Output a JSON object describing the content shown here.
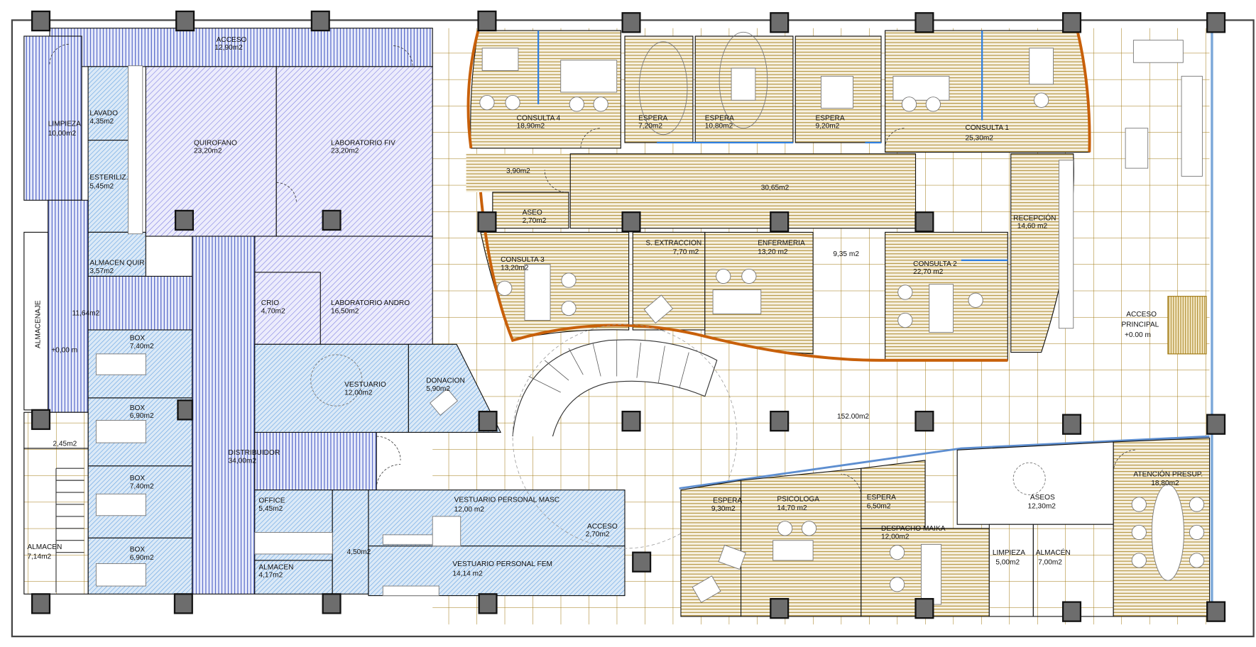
{
  "colors": {
    "wood_line": "#a07810",
    "facade": "#c8600a",
    "blue_stripe": "#3a4fc0",
    "blue_hatch": "#5d9ee0",
    "purple_hatch": "#7b7be0",
    "glass": "#2f7fe0"
  },
  "rooms": {
    "acceso": {
      "name": "ACCESO",
      "area": "12,90m2"
    },
    "limpieza": {
      "name": "LIMPIEZA",
      "area": "10,00m2"
    },
    "lavado": {
      "name": "LAVADO",
      "area": "4,35m2"
    },
    "esteriliz": {
      "name": "ESTERILIZ.",
      "area": "5,45m2"
    },
    "almacen_quir": {
      "name": "ALMACEN QUIR",
      "area": "3,57m2"
    },
    "quirofano": {
      "name": "QUIROFANO",
      "area": "23,20m2"
    },
    "lab_fiv": {
      "name": "LABORATORIO FIV",
      "area": "23,20m2"
    },
    "almacenaje": {
      "name": "ALMACENAJE",
      "level": "+0,00 m"
    },
    "pasillo_almacenaje": {
      "area": "11,64m2"
    },
    "crio": {
      "name": "CRIO",
      "area": "4,70m2"
    },
    "lab_andro": {
      "name": "LABORATORIO ANDRO",
      "area": "16,50m2"
    },
    "box1": {
      "name": "BOX",
      "area": "7,40m2"
    },
    "box2": {
      "name": "BOX",
      "area": "6,90m2"
    },
    "box3": {
      "name": "BOX",
      "area": "7,40m2"
    },
    "box4": {
      "name": "BOX",
      "area": "6,90m2"
    },
    "distribuidor": {
      "name": "DISTRIBUIDOR",
      "area": "34,00m2"
    },
    "vestuario": {
      "name": "VESTUARIO",
      "area": "12,00m2"
    },
    "donacion": {
      "name": "DONACION",
      "area": "5,90m2"
    },
    "escalera": {
      "area": "2,45m2"
    },
    "almacen_esc": {
      "name": "ALMACEN",
      "area": "7,14m2"
    },
    "office": {
      "name": "OFFICE",
      "area": "5,45m2"
    },
    "almacen_office": {
      "name": "ALMACEN",
      "area": "4,17m2"
    },
    "paso": {
      "area": "4,50m2"
    },
    "vest_masc": {
      "name": "VESTUARIO PERSONAL MASC",
      "area": "12,00 m2"
    },
    "vest_fem": {
      "name": "VESTUARIO PERSONAL FEM",
      "area": "14,14 m2"
    },
    "acceso2": {
      "name": "ACCESO",
      "area": "2,70m2"
    },
    "consulta4": {
      "name": "CONSULTA 4",
      "area": "18,90m2"
    },
    "espera1": {
      "name": "ESPERA",
      "area": "7,20m2"
    },
    "espera2": {
      "name": "ESPERA",
      "area": "10,80m2"
    },
    "espera3": {
      "name": "ESPERA",
      "area": "9,20m2"
    },
    "consulta1": {
      "name": "CONSULTA 1",
      "area": "25,30m2"
    },
    "pasillo1": {
      "area": "3,90m2"
    },
    "pasillo2": {
      "area": "30,65m2"
    },
    "aseo": {
      "name": "ASEO",
      "area": "2,70m2"
    },
    "consulta3": {
      "name": "CONSULTA 3",
      "area": "13,20m2"
    },
    "extraccion": {
      "name": "S. EXTRACCION",
      "area": "7,70 m2"
    },
    "enfermeria": {
      "name": "ENFERMERIA",
      "area": "13,20 m2"
    },
    "pasillo3": {
      "area": "9,35 m2"
    },
    "consulta2": {
      "name": "CONSULTA 2",
      "area": "22,70 m2"
    },
    "recepcion": {
      "name": "RECEPCIÓN",
      "area": "14,60 m2"
    },
    "acceso_principal": {
      "name1": "ACCESO",
      "name2": "PRINCIPAL",
      "level": "+0.00 m"
    },
    "hall": {
      "area": "152.00m2"
    },
    "espera4": {
      "name": "ESPERA",
      "area": "9,30m2"
    },
    "psicologa": {
      "name": "PSICOLOGA",
      "area": "14,70 m2"
    },
    "espera5": {
      "name": "ESPERA",
      "area": "6,50m2"
    },
    "despacho": {
      "name": "DESPACHO MAIKA",
      "area": "12,00m2"
    },
    "limpieza2": {
      "name": "LIMPIEZA",
      "area": "5,00m2"
    },
    "almacen2": {
      "name": "ALMACÉN",
      "area": "7,00m2"
    },
    "aseos": {
      "name": "ASEOS",
      "area": "12,30m2"
    },
    "atencion": {
      "name": "ATENCIÓN PRESUP.",
      "area": "18,80m2"
    }
  }
}
